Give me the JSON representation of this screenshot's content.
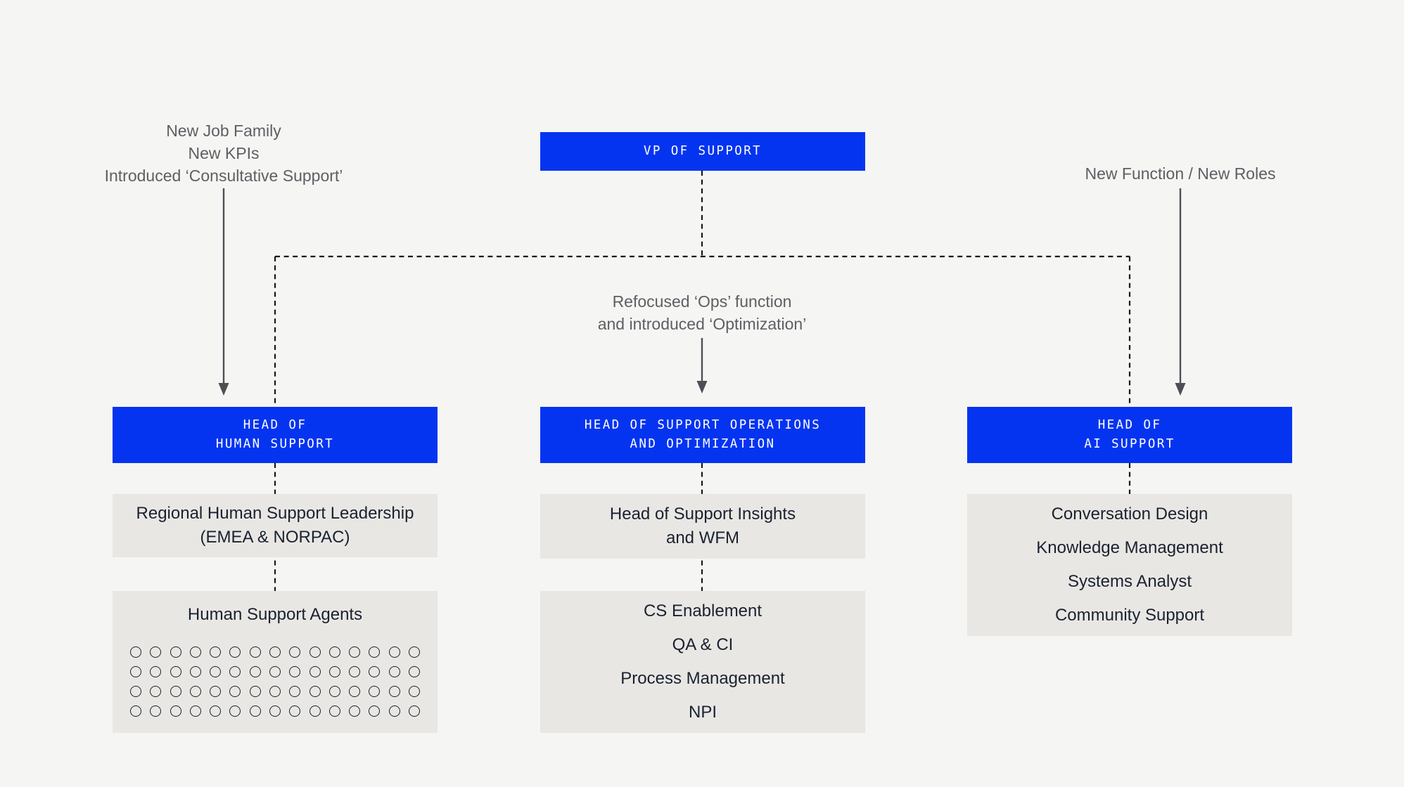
{
  "palette": {
    "background": "#f5f5f3",
    "node_blue": "#0534f1",
    "node_gray": "#e8e7e3",
    "text_navy": "#1a2130",
    "text_annotation_gray": "#5d5f63",
    "connector_dash": "#16181c",
    "arrow_gray": "#4c4f54",
    "text_on_blue": "#ffffff"
  },
  "annotations": {
    "left": {
      "lines": [
        "New Job Family",
        "New KPIs",
        "Introduced ‘Consultative Support’"
      ]
    },
    "middle": {
      "lines": [
        "Refocused ‘Ops’ function",
        "and introduced ‘Optimization’"
      ]
    },
    "right": {
      "lines": [
        "New Function / New Roles"
      ]
    }
  },
  "org": {
    "root": {
      "title": "VP OF SUPPORT"
    },
    "columns": [
      {
        "head": {
          "line1": "HEAD OF",
          "line2": "HUMAN SUPPORT"
        },
        "children": [
          {
            "lines": [
              "Regional Human Support Leadership",
              "(EMEA & NORPAC)"
            ]
          },
          {
            "title": "Human Support Agents",
            "grid": {
              "rows": 4,
              "cols": 15
            }
          }
        ]
      },
      {
        "head": {
          "line1": "HEAD OF SUPPORT OPERATIONS",
          "line2": "AND OPTIMIZATION"
        },
        "children": [
          {
            "lines": [
              "Head of Support Insights",
              "and WFM"
            ]
          },
          {
            "items": [
              "CS Enablement",
              "QA & CI",
              "Process Management",
              "NPI"
            ]
          }
        ]
      },
      {
        "head": {
          "line1": "HEAD OF",
          "line2": "AI SUPPORT"
        },
        "children": [
          {
            "items": [
              "Conversation Design",
              "Knowledge Management",
              "Systems Analyst",
              "Community Support"
            ]
          }
        ]
      }
    ]
  }
}
